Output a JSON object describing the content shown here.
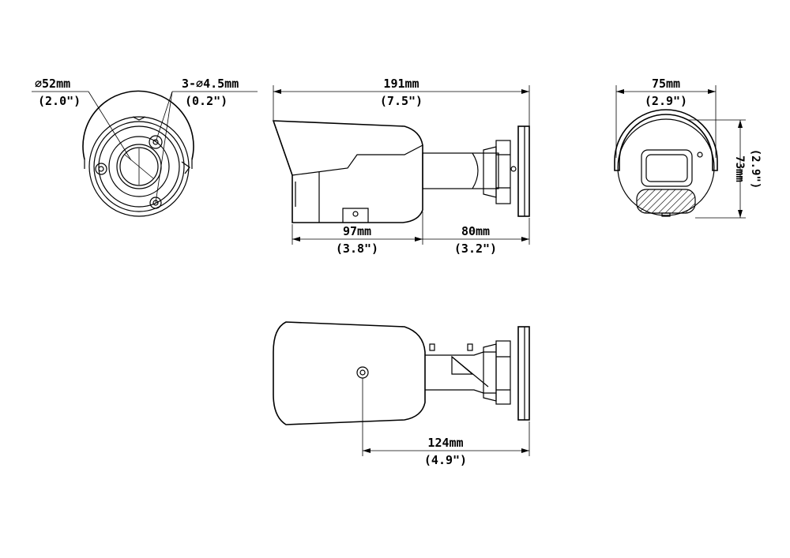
{
  "front_view": {
    "diameter_mm": "∅52mm",
    "diameter_in": "(2.0\")",
    "holes_mm": "3-∅4.5mm",
    "holes_in": "(0.2\")"
  },
  "side_view": {
    "length_mm": "191mm",
    "length_in": "(7.5\")",
    "body_mm": "97mm",
    "body_in": "(3.8\")",
    "bracket_mm": "80mm",
    "bracket_in": "(3.2\")"
  },
  "end_view": {
    "width_mm": "75mm",
    "width_in": "(2.9\")",
    "height_mm": "73mm",
    "height_in": "(2.9\")"
  },
  "top_view": {
    "depth_mm": "124mm",
    "depth_in": "(4.9\")"
  }
}
